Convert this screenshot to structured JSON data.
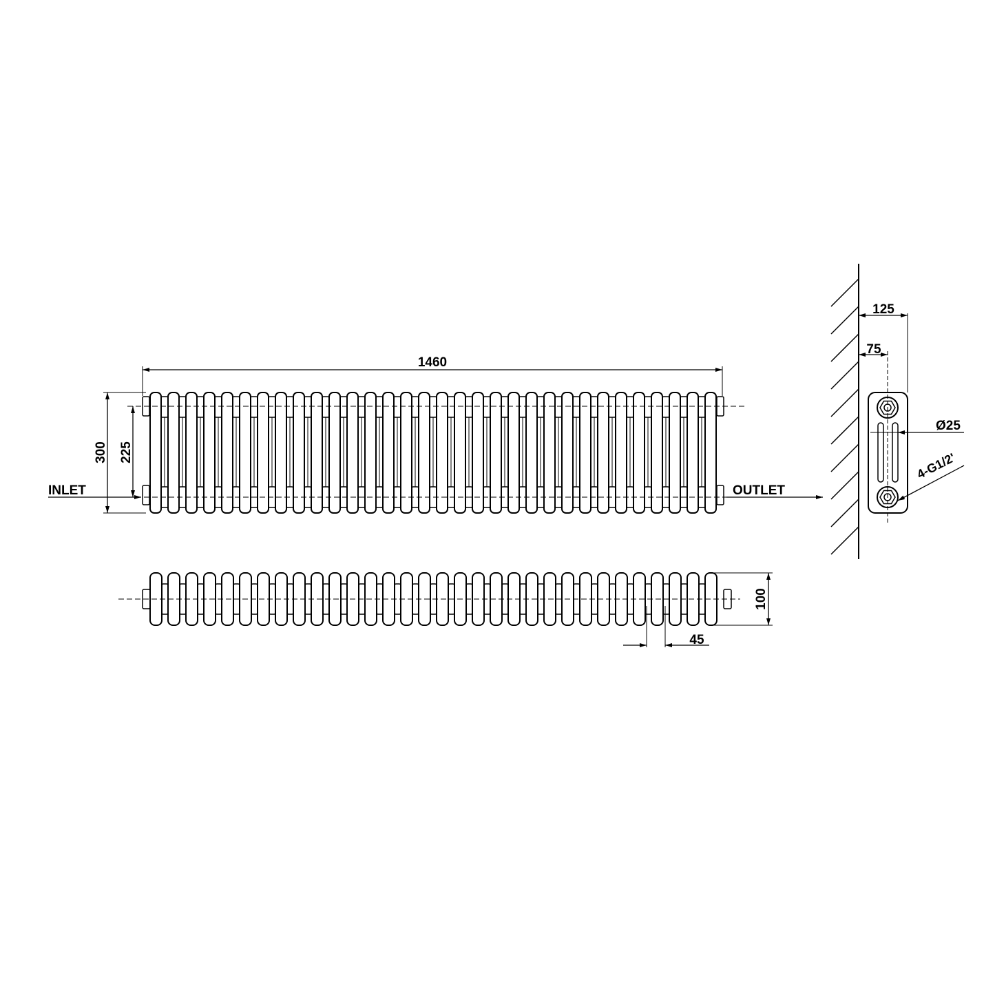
{
  "drawing": {
    "title": "Column radiator dimension drawing",
    "sections": 32,
    "dimensions": {
      "width": "1460",
      "height": "300",
      "pipe_centres": "225",
      "depth_top_view": "100",
      "section_pitch": "45",
      "wall_depth": "125",
      "wall_to_pipe": "75",
      "pipe_diameter": "Ø25",
      "connections": "4-G1/2'"
    },
    "labels": {
      "inlet": "INLET",
      "outlet": "OUTLET"
    },
    "colors": {
      "line": "#000000",
      "background": "#ffffff"
    }
  }
}
